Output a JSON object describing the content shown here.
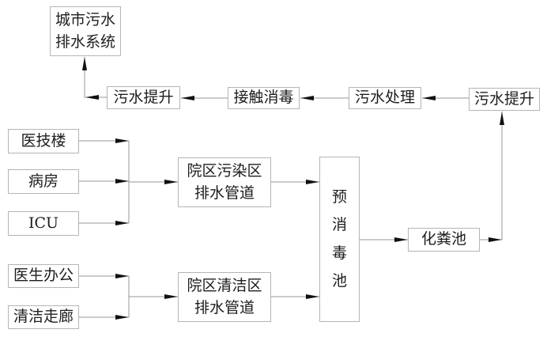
{
  "diagram": {
    "type": "flowchart",
    "language": "zh-CN",
    "description": "Hospital wastewater drainage and disinfection process flow",
    "colors": {
      "background": "#ffffff",
      "box_border": "#b5b5b5",
      "connector_line": "#979797",
      "arrowhead": "#111111",
      "text": "#1c1c1c"
    },
    "nodes": {
      "city_system": {
        "label": "城市污水\n排水系统"
      },
      "lift_left": {
        "label": "污水提升"
      },
      "contact_disinfection": {
        "label": "接触消毒"
      },
      "sewage_treatment": {
        "label": "污水处理"
      },
      "lift_right": {
        "label": "污水提升"
      },
      "medical_tech_building": {
        "label": "医技楼"
      },
      "ward": {
        "label": "病房"
      },
      "icu": {
        "label": "ICU"
      },
      "polluted_area_pipes": {
        "label": "院区污染区\n排水管道"
      },
      "doctor_office": {
        "label": "医生办公"
      },
      "clean_corridor": {
        "label": "清洁走廊"
      },
      "clean_area_pipes": {
        "label": "院区清洁区\n排水管道"
      },
      "pre_disinfection_pool": {
        "label": "预消毒池"
      },
      "septic_tank": {
        "label": "化粪池"
      }
    },
    "flow_edges": [
      {
        "from": "medical_tech_building",
        "to": "polluted_area_pipes"
      },
      {
        "from": "ward",
        "to": "polluted_area_pipes"
      },
      {
        "from": "icu",
        "to": "polluted_area_pipes"
      },
      {
        "from": "doctor_office",
        "to": "clean_area_pipes"
      },
      {
        "from": "clean_corridor",
        "to": "clean_area_pipes"
      },
      {
        "from": "polluted_area_pipes",
        "to": "pre_disinfection_pool"
      },
      {
        "from": "clean_area_pipes",
        "to": "pre_disinfection_pool"
      },
      {
        "from": "pre_disinfection_pool",
        "to": "septic_tank"
      },
      {
        "from": "septic_tank",
        "to": "lift_right"
      },
      {
        "from": "lift_right",
        "to": "sewage_treatment"
      },
      {
        "from": "sewage_treatment",
        "to": "contact_disinfection"
      },
      {
        "from": "contact_disinfection",
        "to": "lift_left"
      },
      {
        "from": "lift_left",
        "to": "city_system"
      }
    ]
  }
}
